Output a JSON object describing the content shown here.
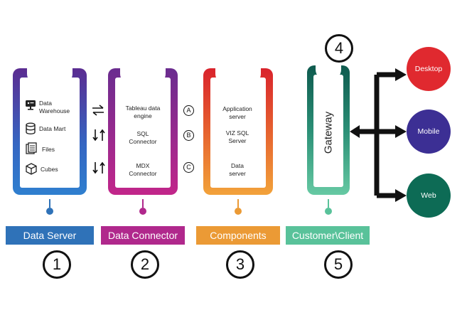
{
  "columns": [
    {
      "title": "Data Server",
      "number": "1",
      "gradient": [
        "#5b2c91",
        "#2f7fcf"
      ],
      "bar_color": "#2f72b8",
      "items": [
        {
          "icon": "data-warehouse-icon",
          "label": "Data Warehouse"
        },
        {
          "icon": "database-icon",
          "label": "Data Mart"
        },
        {
          "icon": "files-icon",
          "label": "Files"
        },
        {
          "icon": "cube-icon",
          "label": "Cubes"
        }
      ]
    },
    {
      "title": "Data Connector",
      "number": "2",
      "gradient": [
        "#6a2c8f",
        "#c2268a"
      ],
      "bar_color": "#b0288c",
      "items": [
        {
          "letter": "A",
          "label": "Tableau data engine"
        },
        {
          "letter": "B",
          "label": "SQL Connector"
        },
        {
          "letter": "C",
          "label": "MDX Connector"
        }
      ]
    },
    {
      "title": "Components",
      "number": "3",
      "gradient": [
        "#d9232c",
        "#f2a23a"
      ],
      "bar_color": "#eb9a35",
      "items": [
        {
          "label": "Application server"
        },
        {
          "label": "VIZ SQL Server"
        },
        {
          "label": "Data server"
        }
      ]
    },
    {
      "title": "Customer\\Client",
      "number": "5",
      "gradient": [
        "#0e5a4e",
        "#66c9a3"
      ],
      "bar_color": "#59c29a",
      "items": [
        {
          "label": "Gateway"
        }
      ]
    }
  ],
  "gateway_number": "4",
  "destinations": [
    {
      "label": "Desktop",
      "color": "#e0292f"
    },
    {
      "label": "Mobile",
      "color": "#3c2f94"
    },
    {
      "label": "Web",
      "color": "#0d6b55"
    }
  ]
}
